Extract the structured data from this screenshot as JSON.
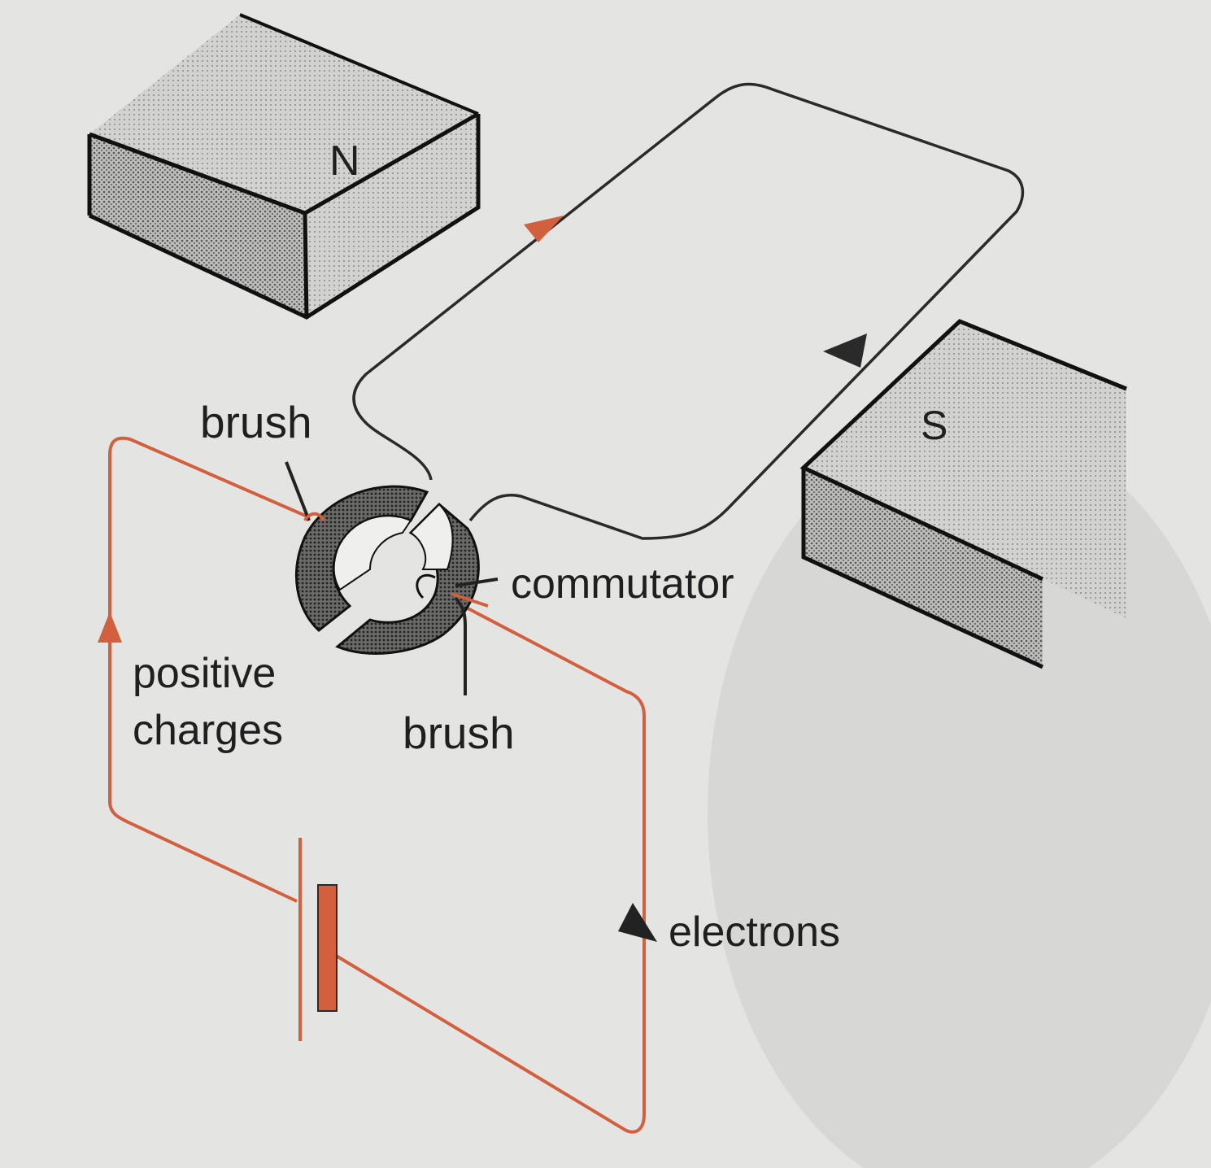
{
  "magnets": {
    "north": {
      "letter": "N"
    },
    "south": {
      "letter": "S"
    }
  },
  "labels": {
    "brush_top": "brush",
    "brush_bottom": "brush",
    "commutator": "commutator",
    "positive_charges_line1": "positive",
    "positive_charges_line2": "charges",
    "electrons": "electrons"
  },
  "colors": {
    "page": "#e4e5e3",
    "circuit": "#d2603f",
    "ink": "#222222",
    "magnet_top": "#d6d6d4",
    "magnet_front": "#9a9a98",
    "magnet_side": "#b4b4b2"
  }
}
